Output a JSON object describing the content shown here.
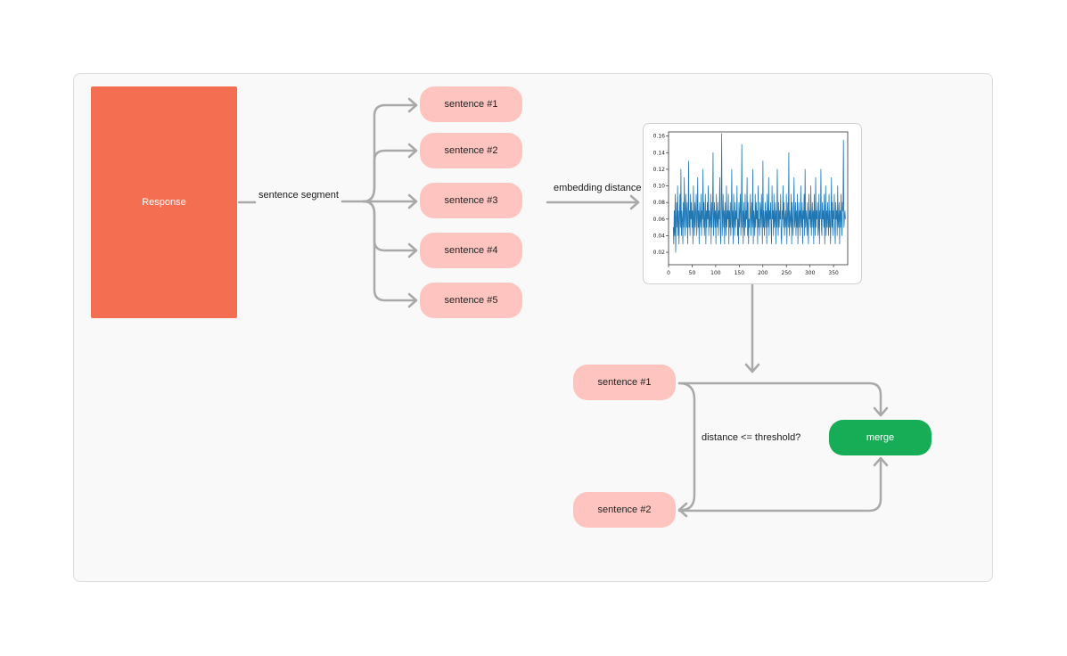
{
  "response": {
    "label": "Response"
  },
  "edges": {
    "segment_label": "sentence segment",
    "embedding_label": "embedding distance",
    "threshold_label": "distance <= threshold?"
  },
  "sentences": [
    {
      "label": "sentence #1"
    },
    {
      "label": "sentence #2"
    },
    {
      "label": "sentence #3"
    },
    {
      "label": "sentence #4"
    },
    {
      "label": "sentence #5"
    }
  ],
  "compare": {
    "first": "sentence #1",
    "second": "sentence #2"
  },
  "merge": {
    "label": "merge"
  },
  "colors": {
    "response": "#f46f51",
    "sentence": "#fec5c0",
    "merge": "#16ad56",
    "arrow": "#a9a9a9",
    "series": "#1f77b4"
  },
  "chart_data": {
    "type": "line",
    "xlim": [
      0,
      380
    ],
    "ylim": [
      0.005,
      0.165
    ],
    "x_ticks": [
      0,
      50,
      100,
      150,
      200,
      250,
      300,
      350
    ],
    "y_ticks": [
      0.02,
      0.04,
      0.06,
      0.08,
      0.1,
      0.12,
      0.14,
      0.16
    ],
    "x_tick_labels": [
      "0",
      "50",
      "100",
      "150",
      "200",
      "250",
      "300",
      "350"
    ],
    "y_tick_labels": [
      "0.02",
      "0.04",
      "0.06",
      "0.08",
      "0.10",
      "0.12",
      "0.14",
      "0.16"
    ],
    "series": [
      {
        "values": [
          0.05,
          0.03,
          0.07,
          0.04,
          0.09,
          0.02,
          0.06,
          0.08,
          0.05,
          0.1,
          0.04,
          0.07,
          0.03,
          0.06,
          0.09,
          0.05,
          0.12,
          0.04,
          0.07,
          0.06,
          0.03,
          0.08,
          0.05,
          0.11,
          0.06,
          0.04,
          0.09,
          0.07,
          0.05,
          0.08,
          0.03,
          0.06,
          0.13,
          0.05,
          0.07,
          0.04,
          0.09,
          0.06,
          0.08,
          0.05,
          0.07,
          0.03,
          0.1,
          0.06,
          0.04,
          0.08,
          0.05,
          0.07,
          0.09,
          0.04,
          0.06,
          0.11,
          0.05,
          0.07,
          0.03,
          0.08,
          0.06,
          0.05,
          0.09,
          0.04,
          0.07,
          0.06,
          0.12,
          0.05,
          0.08,
          0.04,
          0.06,
          0.09,
          0.03,
          0.07,
          0.05,
          0.08,
          0.06,
          0.1,
          0.04,
          0.07,
          0.05,
          0.06,
          0.09,
          0.03,
          0.08,
          0.05,
          0.07,
          0.14,
          0.04,
          0.06,
          0.08,
          0.05,
          0.07,
          0.03,
          0.09,
          0.06,
          0.05,
          0.08,
          0.04,
          0.07,
          0.06,
          0.11,
          0.05,
          0.03,
          0.08,
          0.163,
          0.04,
          0.06,
          0.09,
          0.05,
          0.07,
          0.03,
          0.08,
          0.06,
          0.04,
          0.1,
          0.05,
          0.07,
          0.06,
          0.09,
          0.03,
          0.07,
          0.05,
          0.08,
          0.04,
          0.06,
          0.12,
          0.05,
          0.07,
          0.03,
          0.09,
          0.06,
          0.04,
          0.08,
          0.05,
          0.07,
          0.06,
          0.1,
          0.04,
          0.06,
          0.03,
          0.08,
          0.05,
          0.07,
          0.09,
          0.04,
          0.06,
          0.15,
          0.05,
          0.07,
          0.03,
          0.08,
          0.06,
          0.04,
          0.09,
          0.05,
          0.07,
          0.06,
          0.11,
          0.04,
          0.08,
          0.03,
          0.06,
          0.05,
          0.07,
          0.09,
          0.04,
          0.06,
          0.08,
          0.05,
          0.12,
          0.03,
          0.07,
          0.06,
          0.04,
          0.09,
          0.05,
          0.08,
          0.06,
          0.07,
          0.03,
          0.1,
          0.05,
          0.06,
          0.04,
          0.08,
          0.07,
          0.05,
          0.09,
          0.06,
          0.03,
          0.13,
          0.05,
          0.07,
          0.04,
          0.06,
          0.08,
          0.05,
          0.07,
          0.03,
          0.09,
          0.06,
          0.05,
          0.11,
          0.04,
          0.07,
          0.06,
          0.08,
          0.05,
          0.03,
          0.1,
          0.06,
          0.07,
          0.04,
          0.09,
          0.05,
          0.06,
          0.08,
          0.03,
          0.07,
          0.05,
          0.12,
          0.06,
          0.04,
          0.08,
          0.05,
          0.07,
          0.06,
          0.09,
          0.04,
          0.03,
          0.07,
          0.06,
          0.1,
          0.05,
          0.08,
          0.04,
          0.06,
          0.07,
          0.05,
          0.09,
          0.03,
          0.06,
          0.08,
          0.05,
          0.14,
          0.04,
          0.07,
          0.06,
          0.05,
          0.09,
          0.03,
          0.08,
          0.06,
          0.04,
          0.07,
          0.11,
          0.05,
          0.06,
          0.08,
          0.04,
          0.07,
          0.05,
          0.09,
          0.03,
          0.06,
          0.08,
          0.05,
          0.07,
          0.04,
          0.1,
          0.06,
          0.05,
          0.08,
          0.03,
          0.07,
          0.06,
          0.09,
          0.04,
          0.12,
          0.05,
          0.07,
          0.06,
          0.04,
          0.08,
          0.05,
          0.03,
          0.09,
          0.06,
          0.07,
          0.05,
          0.1,
          0.04,
          0.06,
          0.08,
          0.05,
          0.07,
          0.03,
          0.09,
          0.06,
          0.04,
          0.11,
          0.05,
          0.07,
          0.06,
          0.08,
          0.04,
          0.05,
          0.09,
          0.03,
          0.07,
          0.06,
          0.12,
          0.05,
          0.04,
          0.08,
          0.06,
          0.07,
          0.05,
          0.09,
          0.03,
          0.06,
          0.1,
          0.04,
          0.07,
          0.05,
          0.08,
          0.06,
          0.04,
          0.09,
          0.05,
          0.07,
          0.03,
          0.06,
          0.11,
          0.05,
          0.08,
          0.04,
          0.07,
          0.06,
          0.09,
          0.05,
          0.03,
          0.08,
          0.06,
          0.07,
          0.04,
          0.1,
          0.05,
          0.06,
          0.08,
          0.03,
          0.07,
          0.05,
          0.09,
          0.06,
          0.04,
          0.08,
          0.07,
          0.155,
          0.05,
          0.06,
          0.07,
          0.06
        ]
      }
    ]
  }
}
